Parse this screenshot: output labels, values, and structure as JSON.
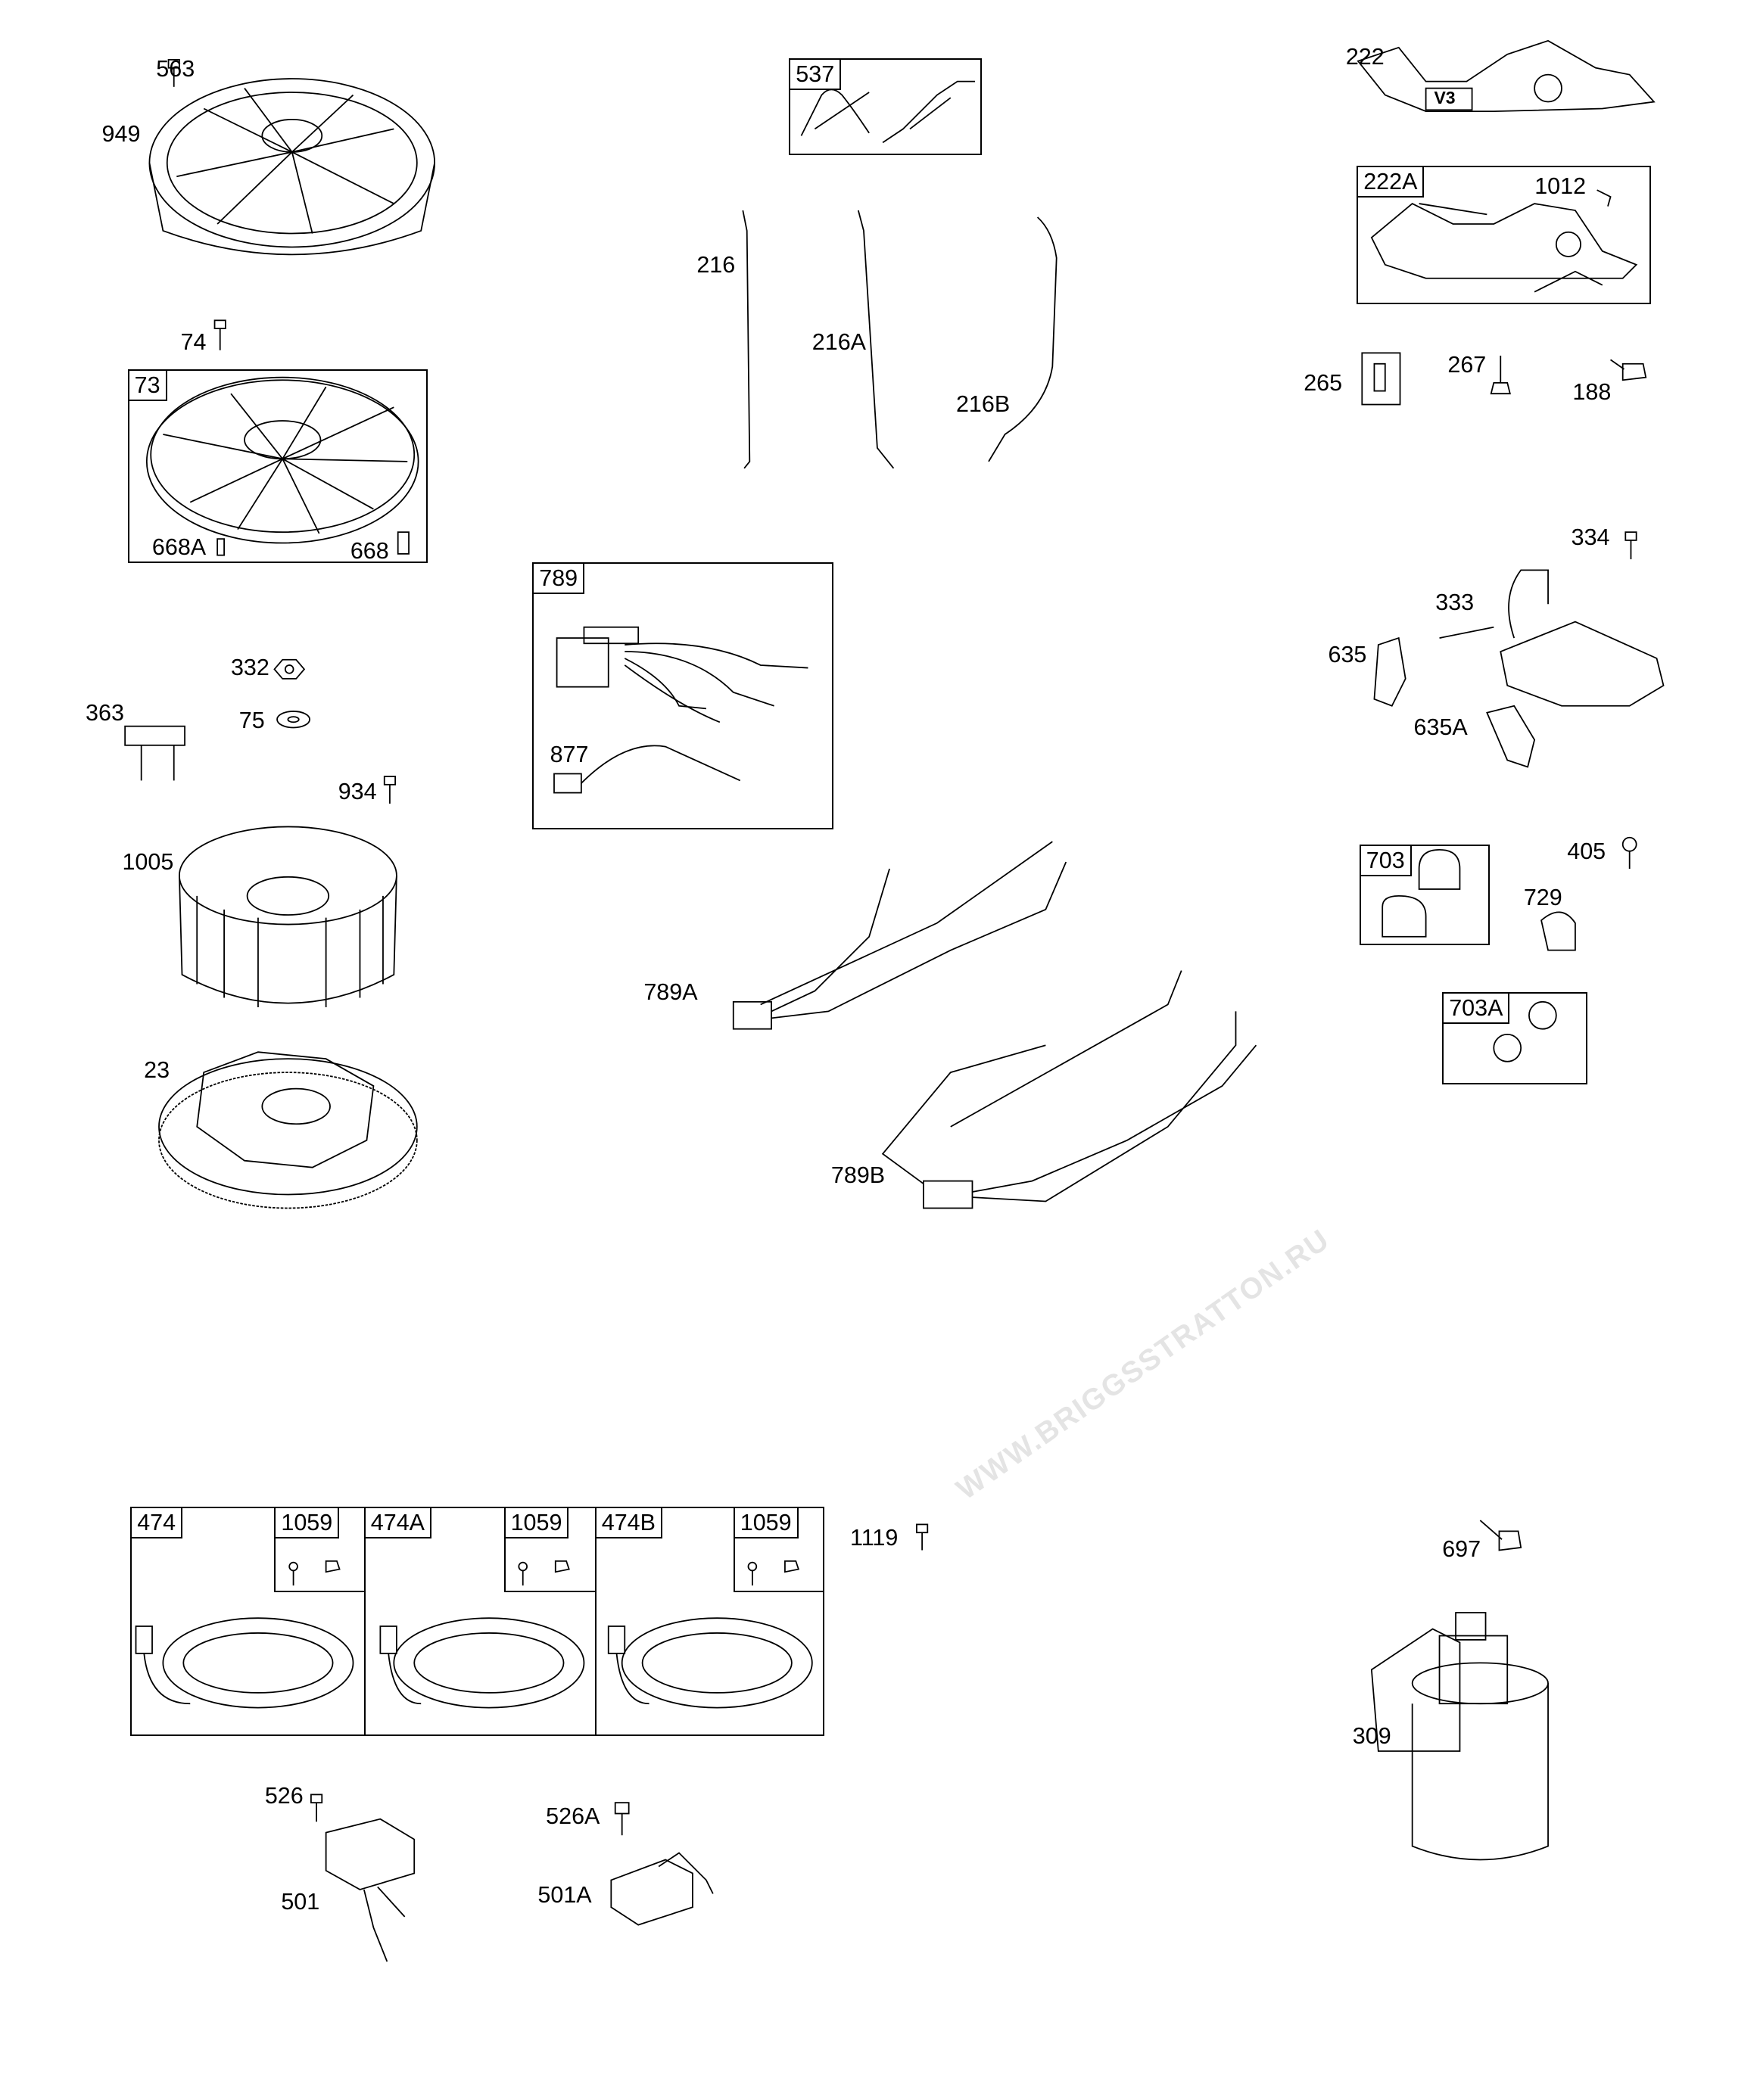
{
  "watermark": "WWW.BRIGGSSTRATTON.RU",
  "labels": {
    "p563": "563",
    "p949": "949",
    "p74": "74",
    "p73": "73",
    "p668A": "668A",
    "p668": "668",
    "p332": "332",
    "p75": "75",
    "p363": "363",
    "p934": "934",
    "p1005": "1005",
    "p23": "23",
    "p537": "537",
    "p216": "216",
    "p216A": "216A",
    "p216B": "216B",
    "p789": "789",
    "p877": "877",
    "p789A": "789A",
    "p789B": "789B",
    "p222": "222",
    "p222A": "222A",
    "p1012": "1012",
    "p265": "265",
    "p267": "267",
    "p188": "188",
    "p334": "334",
    "p333": "333",
    "p635": "635",
    "p635A": "635A",
    "p703": "703",
    "p405": "405",
    "p729": "729",
    "p703A": "703A",
    "p474": "474",
    "p474A": "474A",
    "p474B": "474B",
    "p1059": "1059",
    "p1119": "1119",
    "p526": "526",
    "p501": "501",
    "p526A": "526A",
    "p501A": "501A",
    "p697": "697",
    "p309": "309",
    "v3": "V3"
  }
}
